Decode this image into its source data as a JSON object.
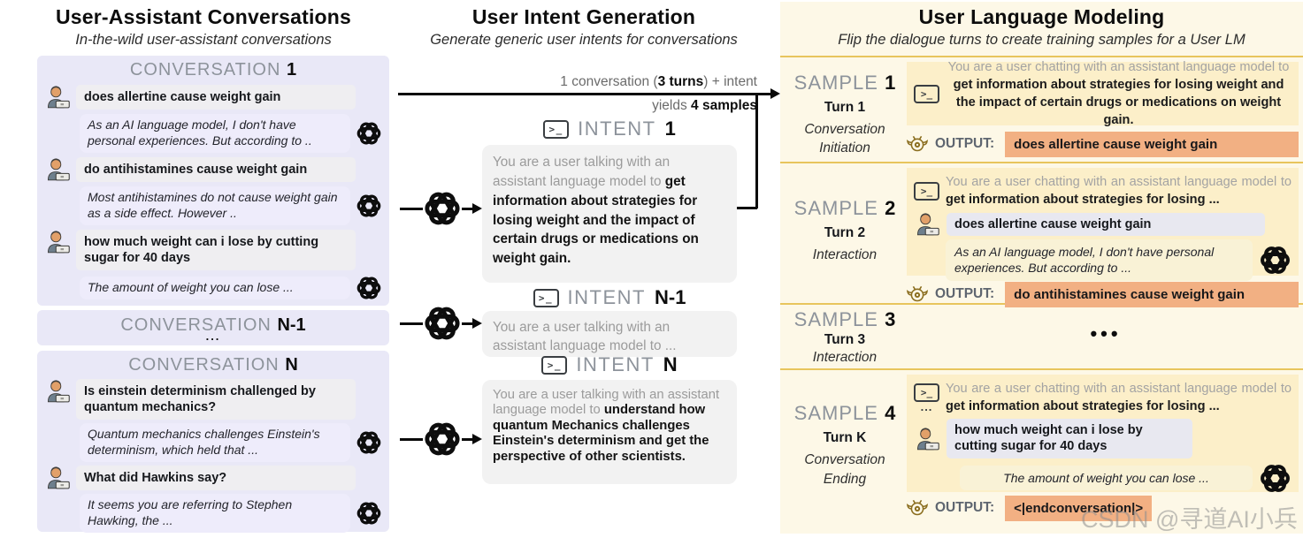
{
  "icons": {
    "terminal": ">_"
  },
  "colors": {
    "left_panel": "#e9e8f7",
    "right_panel": "#fdf8e7",
    "amber_box": "#fcefc9",
    "output_box": "#f2b083",
    "gold_divider": "#e8c55d",
    "intent_box": "#f2f2f2"
  },
  "left": {
    "title": "User-Assistant Conversations",
    "subtitle": "In-the-wild user-assistant conversations",
    "conv1": {
      "label": "CONVERSATION",
      "number": "1",
      "u1": "does allertine cause weight gain",
      "a1": "As an AI language model, I don't have personal experiences. But according to ..",
      "u2": "do antihistamines cause weight gain",
      "a2": "Most antihistamines do not cause weight gain as a side effect. However ..",
      "u3": "how much weight can i lose by cutting sugar for 40 days",
      "a3": "The amount of weight you can lose  ..."
    },
    "convN1": {
      "label": "CONVERSATION",
      "number": "N-1",
      "dots": "..."
    },
    "convN": {
      "label": "CONVERSATION",
      "number": "N",
      "u1": "Is einstein determinism challenged by quantum mechanics?",
      "a1": "Quantum mechanics challenges Einstein's determinism, which held that ...",
      "u2": "What did Hawkins say?",
      "a2": "It seems you are referring to Stephen Hawking, the ..."
    }
  },
  "middle": {
    "title": "User Intent Generation",
    "subtitle": "Generate generic user intents for conversations",
    "arrow_label1": {
      "pre": "1 conversation (",
      "bold": "3 turns",
      "post": ") + intent"
    },
    "arrow_label2": {
      "pre": "yields ",
      "bold": "4 samples"
    },
    "intent1": {
      "label": "INTENT",
      "number": "1",
      "intro": "You are a user talking with an assistant language model to ",
      "body": "get information about strategies for losing weight and the impact of certain drugs or medications on weight gain."
    },
    "intentN1": {
      "label": "INTENT",
      "number": "N-1",
      "intro": "You are a user talking with an assistant language model to ..."
    },
    "intentN": {
      "label": "INTENT",
      "number": "N",
      "intro": "You are a user talking with an assistant language model to ",
      "body": "understand how quantum Mechanics challenges Einstein's determinism and get the perspective of other scientists."
    }
  },
  "right": {
    "title": "User Language Modeling",
    "subtitle": "Flip the dialogue turns to create training samples for a User LM",
    "output_label": "OUTPUT:",
    "s1": {
      "label": "SAMPLE",
      "number": "1",
      "turn": "Turn 1",
      "type1": "Conversation",
      "type2": "Initiation",
      "intro": "You are a user chatting with an assistant language model to ",
      "body": "get information about strategies for losing weight and the impact of certain drugs or medications on weight gain.",
      "output": "does allertine cause weight gain"
    },
    "s2": {
      "label": "SAMPLE",
      "number": "2",
      "turn": "Turn 2",
      "type1": "Interaction",
      "intro": "You are a user chatting with an assistant language model to ",
      "body": "get information about strategies for losing ...",
      "user": "does allertine cause weight gain",
      "assistant": "As an AI language model, I don't have personal experiences. But according to ...",
      "output": "do antihistamines cause weight gain"
    },
    "s3": {
      "label": "SAMPLE",
      "number": "3",
      "turn": "Turn 3",
      "type1": "Interaction",
      "dots": "•••"
    },
    "s4": {
      "label": "SAMPLE",
      "number": "4",
      "turn": "Turn K",
      "type1": "Conversation",
      "type2": "Ending",
      "intro": "You are a user chatting with an assistant language model to ",
      "body": "get information about strategies for losing ...",
      "ellipsis": "...",
      "user": "how much weight can i lose by cutting sugar for 40 days",
      "assistant": "The amount of weight you can lose  ...",
      "output": "<|endconversation|>"
    },
    "watermark": "CSDN @寻道AI小兵"
  }
}
